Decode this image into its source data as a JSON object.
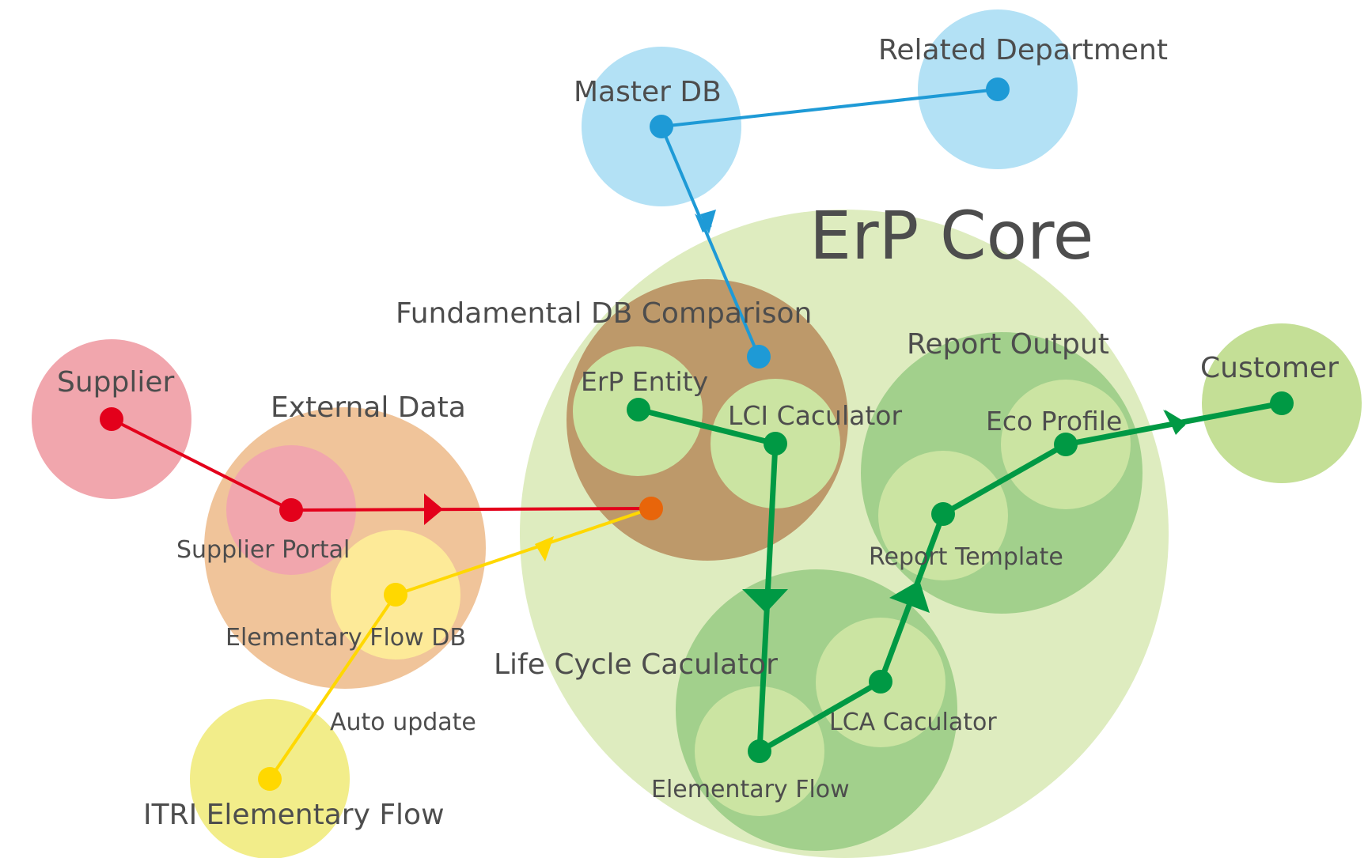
{
  "title": "ErP Core",
  "colors": {
    "blue": "#1e9ad6",
    "red": "#e3001b",
    "yellow": "#ffd800",
    "orange": "#e8650a",
    "green": "#009944",
    "light_blue": "#b3e1f5",
    "pink": "#f1a6ad",
    "peach": "#f0c49a",
    "pale_yellow": "#f2ed8a",
    "core_green": "#deecbf",
    "brown": "#bd996a",
    "mid_green": "#a2d08c",
    "pale_green": "#cbe4a2",
    "customer_green": "#c4df96"
  },
  "labels": {
    "related_department": "Related Department",
    "master_db": "Master DB",
    "fundamental_db_comparison": "Fundamental DB Comparison",
    "report_output": "Report Output",
    "customer": "Customer",
    "supplier": "Supplier",
    "external_data": "External Data",
    "erp_entity": "ErP Entity",
    "lci_caculator": "LCI Caculator",
    "eco_profile": "Eco Profile",
    "supplier_portal": "Supplier Portal",
    "report_template": "Report Template",
    "elementary_flow_db": "Elementary Flow DB",
    "life_cycle_caculator": "Life Cycle Caculator",
    "auto_update": "Auto update",
    "lca_caculator": "LCA Caculator",
    "itri_elementary_flow": "ITRI Elementary Flow",
    "elementary_flow": "Elementary Flow"
  }
}
